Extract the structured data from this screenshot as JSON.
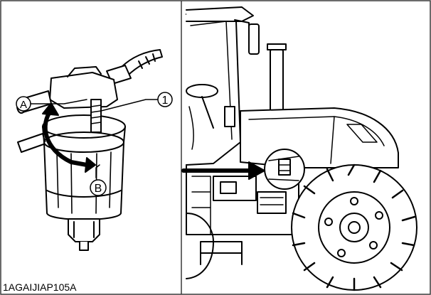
{
  "callouts": {
    "one": "1",
    "a": "A",
    "b": "B"
  },
  "figure_code": "1AGAIJIAP105A",
  "colors": {
    "line": "#000000",
    "fill": "#ffffff",
    "frame": "#3a3a3a"
  }
}
